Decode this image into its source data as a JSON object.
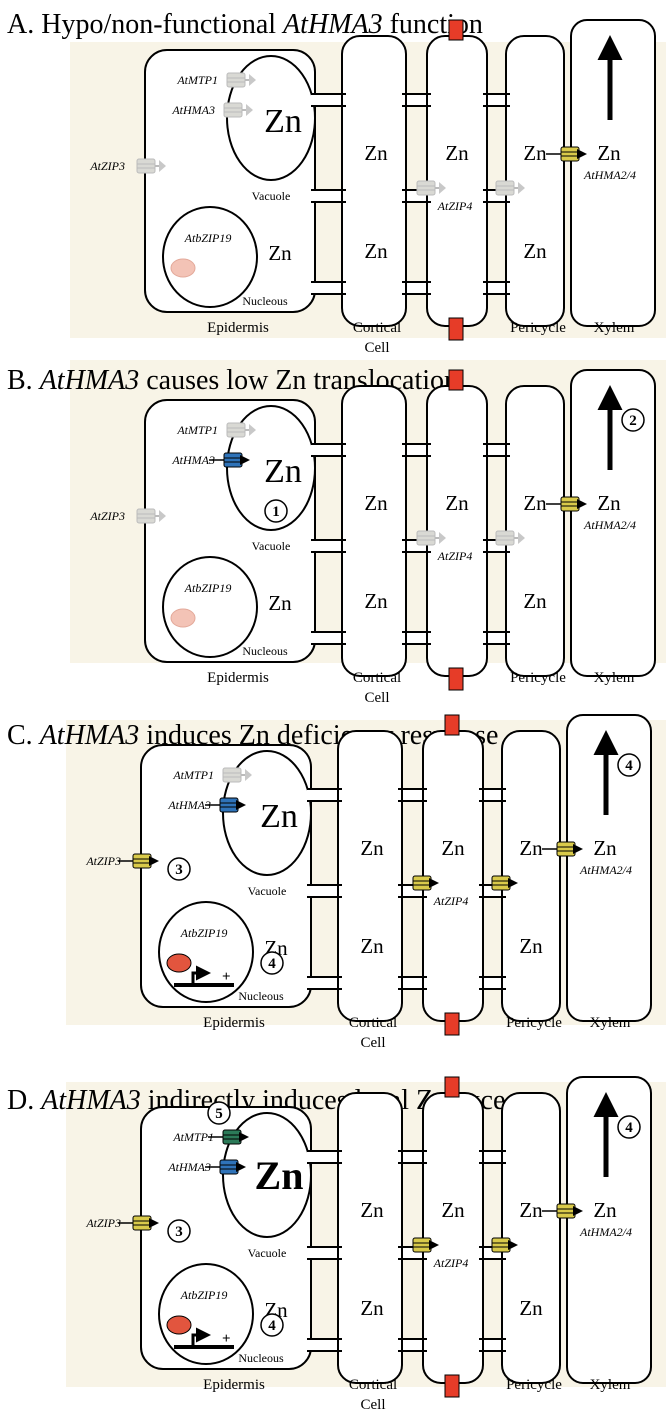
{
  "panels": [
    {
      "id": "A",
      "title_prefix": "A. Hypo/non-functional ",
      "title_gene": "AtHMA3",
      "title_suffix": " function",
      "variant": "normal",
      "vacuole_zn": "Zn",
      "epidermis_zn": "Zn",
      "cortical_top_zn": "Zn",
      "cortical_bot_zn": "Zn",
      "middle_top_zn": "Zn",
      "middle_bot_zn": "Zn",
      "pericycle_top_zn": "Zn",
      "pericycle_bot_zn": "Zn",
      "xylem_zn": "Zn",
      "genes": {
        "mtp1": "AtMTP1",
        "hma3": "AtHMA3",
        "zip3": "AtZIP3",
        "zip4": "AtZIP4",
        "hma24": "AtHMA2/4",
        "bzip19": "AtbZIP19"
      },
      "labels": {
        "vacuole": "Vacuole",
        "nucleous": "Nucleous",
        "epidermis": "Epidermis",
        "cortical": "Cortical",
        "cell": "Cell",
        "pericycle": "Pericycle",
        "xylem": "Xylem"
      },
      "markers": {
        "vacuole": "",
        "xylem": "",
        "zip3": "",
        "epidermis": "",
        "mtp1": ""
      },
      "state": {
        "mtp1_active": false,
        "hma3_active": false,
        "zip3_active": false,
        "zip4_active": false,
        "bzip19_active": false,
        "grey_zn": false
      }
    },
    {
      "id": "B",
      "title_prefix": "B. ",
      "title_gene": "AtHMA3",
      "title_suffix": " causes low Zn translocation",
      "variant": "normal",
      "vacuole_zn": "Zn",
      "epidermis_zn": "Zn",
      "cortical_top_zn": "Zn",
      "cortical_bot_zn": "Zn",
      "middle_top_zn": "Zn",
      "middle_bot_zn": "Zn",
      "pericycle_top_zn": "Zn",
      "pericycle_bot_zn": "Zn",
      "xylem_zn": "Zn",
      "genes": {
        "mtp1": "AtMTP1",
        "hma3": "AtHMA3",
        "zip3": "AtZIP3",
        "zip4": "AtZIP4",
        "hma24": "AtHMA2/4",
        "bzip19": "AtbZIP19"
      },
      "labels": {
        "vacuole": "Vacuole",
        "nucleous": "Nucleous",
        "epidermis": "Epidermis",
        "cortical": "Cortical",
        "cell": "Cell",
        "pericycle": "Pericycle",
        "xylem": "Xylem"
      },
      "markers": {
        "vacuole": "1",
        "xylem": "2",
        "zip3": "",
        "epidermis": "",
        "mtp1": ""
      },
      "state": {
        "mtp1_active": false,
        "hma3_active": true,
        "zip3_active": false,
        "zip4_active": false,
        "bzip19_active": false,
        "grey_zn": true
      }
    },
    {
      "id": "C",
      "title_prefix": "C. ",
      "title_gene": "AtHMA3",
      "title_suffix": " induces Zn deficiency response",
      "variant": "shifted",
      "vacuole_zn": "Zn",
      "epidermis_zn": "Zn",
      "cortical_top_zn": "Zn",
      "cortical_bot_zn": "Zn",
      "middle_top_zn": "Zn",
      "middle_bot_zn": "Zn",
      "pericycle_top_zn": "Zn",
      "pericycle_bot_zn": "Zn",
      "xylem_zn": "Zn",
      "genes": {
        "mtp1": "AtMTP1",
        "hma3": "AtHMA3",
        "zip3": "AtZIP3",
        "zip4": "AtZIP4",
        "hma24": "AtHMA2/4",
        "bzip19": "AtbZIP19"
      },
      "labels": {
        "vacuole": "Vacuole",
        "nucleous": "Nucleous",
        "epidermis": "Epidermis",
        "cortical": "Cortical",
        "cell": "Cell",
        "pericycle": "Pericycle",
        "xylem": "Xylem"
      },
      "markers": {
        "vacuole": "",
        "xylem": "4",
        "zip3": "3",
        "epidermis": "4",
        "mtp1": ""
      },
      "state": {
        "mtp1_active": false,
        "hma3_active": true,
        "zip3_active": true,
        "zip4_active": true,
        "bzip19_active": true,
        "grey_zn": false
      }
    },
    {
      "id": "D",
      "title_prefix": "D. ",
      "title_gene": "AtHMA3",
      "title_suffix": " indirectly induces local Zn excess",
      "variant": "shifted",
      "vacuole_zn": "Zn",
      "epidermis_zn": "Zn",
      "cortical_top_zn": "Zn",
      "cortical_bot_zn": "Zn",
      "middle_top_zn": "Zn",
      "middle_bot_zn": "Zn",
      "pericycle_top_zn": "Zn",
      "pericycle_bot_zn": "Zn",
      "xylem_zn": "Zn",
      "genes": {
        "mtp1": "AtMTP1",
        "hma3": "AtHMA3",
        "zip3": "AtZIP3",
        "zip4": "AtZIP4",
        "hma24": "AtHMA2/4",
        "bzip19": "AtbZIP19"
      },
      "labels": {
        "vacuole": "Vacuole",
        "nucleous": "Nucleous",
        "epidermis": "Epidermis",
        "cortical": "Cortical",
        "cell": "Cell",
        "pericycle": "Pericycle",
        "xylem": "Xylem"
      },
      "markers": {
        "vacuole": "",
        "xylem": "4",
        "zip3": "3",
        "epidermis": "4",
        "mtp1": "5"
      },
      "state": {
        "mtp1_active": true,
        "hma3_active": true,
        "zip3_active": true,
        "zip4_active": true,
        "bzip19_active": true,
        "grey_zn": false
      }
    }
  ],
  "colors": {
    "background": "#f8f4e7",
    "transporter_inactive": "#d9d9d4",
    "transporter_yellow": "#d9ca4a",
    "transporter_blue": "#2f73b9",
    "transporter_green": "#2b7a58",
    "casparian_band": "#e63c28",
    "nucleus_inactive": "#f3c3b6",
    "nucleus_active": "#e2553e",
    "grey_text": "#777777"
  }
}
